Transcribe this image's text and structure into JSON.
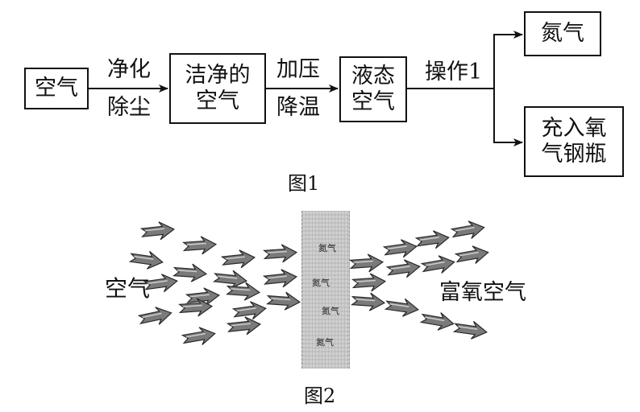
{
  "fig1": {
    "box_air": "空气",
    "label_purify_top": "净化",
    "label_purify_bottom": "除尘",
    "box_clean_air_line1": "洁净的",
    "box_clean_air_line2": "空气",
    "label_press_top": "加压",
    "label_press_bottom": "降温",
    "box_liquid_air_line1": "液态",
    "box_liquid_air_line2": "空气",
    "label_operation": "操作1",
    "box_nitrogen": "氮气",
    "box_oxygen_line1": "充入氧",
    "box_oxygen_line2": "气钢瓶",
    "caption": "图1"
  },
  "fig2": {
    "left_label": "空气",
    "right_label": "富氧空气",
    "membrane_labels": [
      "氮气",
      "氮气",
      "氮气",
      "氮气"
    ],
    "caption": "图2"
  }
}
